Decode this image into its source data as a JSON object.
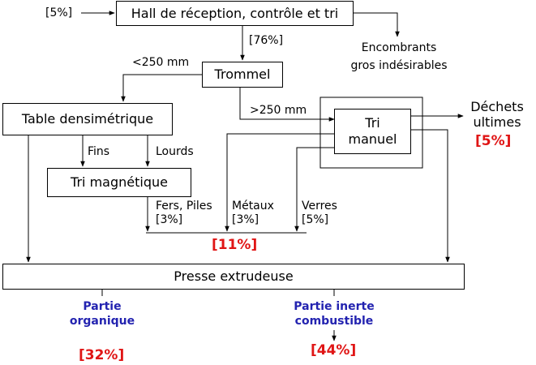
{
  "boxes": {
    "reception": "Hall de réception, contrôle et tri",
    "trommel": "Trommel",
    "densimetric": "Table densimétrique",
    "magnetic": "Tri magnétique",
    "manual_line1": "Tri",
    "manual_line2": "manuel",
    "press": "Presse extrudeuse"
  },
  "labels": {
    "input_pct": "[5%]",
    "trommel_pct": "[76%]",
    "bulky_line1": "Encombrants",
    "bulky_line2": "gros indésirables",
    "under_250": "<250 mm",
    "over_250": ">250 mm",
    "fines": "Fins",
    "heavy": "Lourds",
    "iron_line1": "Fers, Piles",
    "iron_line2": "[3%]",
    "metals_line1": "Métaux",
    "metals_line2": "[3%]",
    "glass_line1": "Verres",
    "glass_line2": "[5%]",
    "waste_line1": "Déchets",
    "waste_line2": "ultimes"
  },
  "highlights": {
    "waste_pct": "[5%]",
    "recovered_pct": "[11%]",
    "organic_pct": "[32%]",
    "inert_pct": "[44%]",
    "organic_line1": "Partie",
    "organic_line2": "organique",
    "inert_line1": "Partie inerte",
    "inert_line2": "combustible"
  },
  "colors": {
    "red": "#e01515",
    "blue": "#2323b0"
  }
}
